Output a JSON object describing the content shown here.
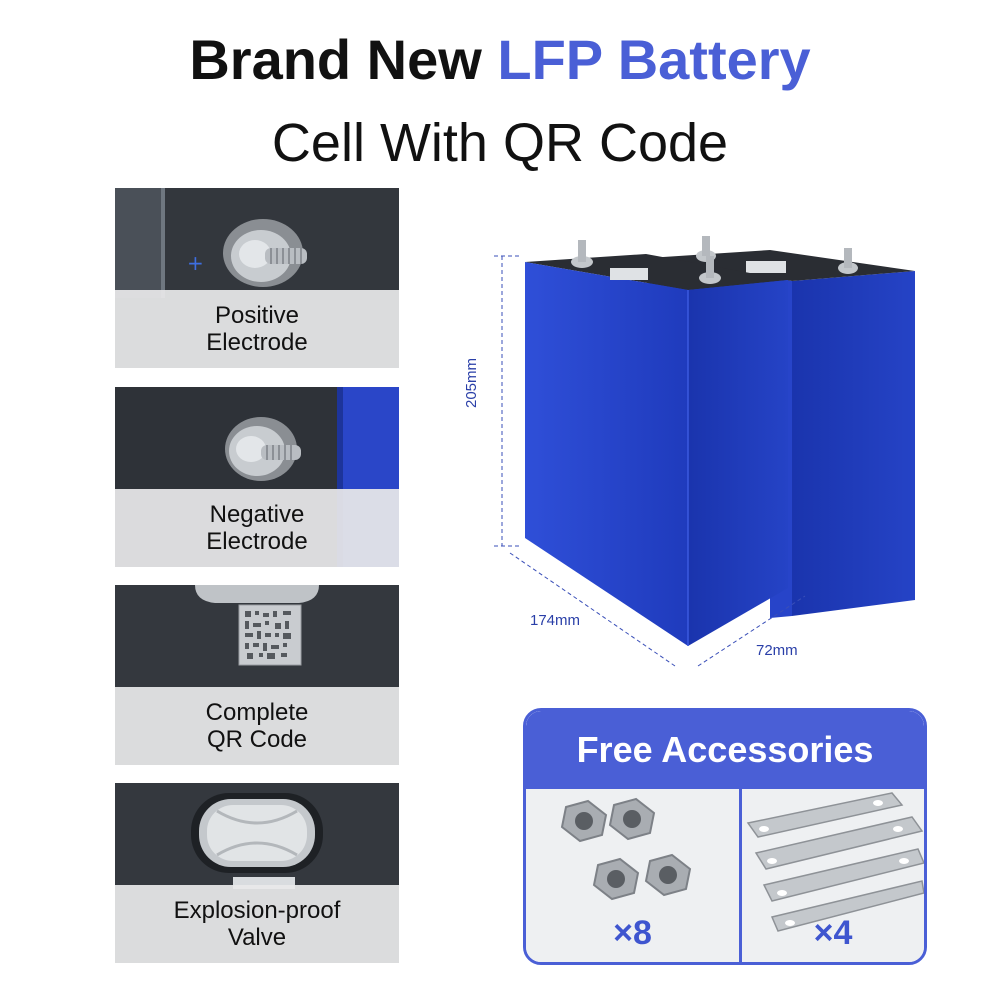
{
  "header": {
    "title_prefix": "Brand New",
    "title_accent": "LFP Battery",
    "subtitle": "Cell With QR Code"
  },
  "features": [
    {
      "line1": "Positive",
      "line2": "Electrode",
      "icon": "positive-terminal-icon"
    },
    {
      "line1": "Negative",
      "line2": "Electrode",
      "icon": "negative-terminal-icon"
    },
    {
      "line1": "Complete",
      "line2": "QR Code",
      "icon": "qr-code-icon"
    },
    {
      "line1": "Explosion-proof",
      "line2": "Valve",
      "icon": "safety-valve-icon"
    }
  ],
  "dimensions": {
    "height": "205mm",
    "length": "174mm",
    "width": "72mm"
  },
  "accessories": {
    "title": "Free Accessories",
    "nuts_qty": "×8",
    "busbars_qty": "×4"
  },
  "colors": {
    "accent": "#4a5fd6",
    "battery_blue": "#2a46c8",
    "dimension_text": "#2a3fa8"
  }
}
